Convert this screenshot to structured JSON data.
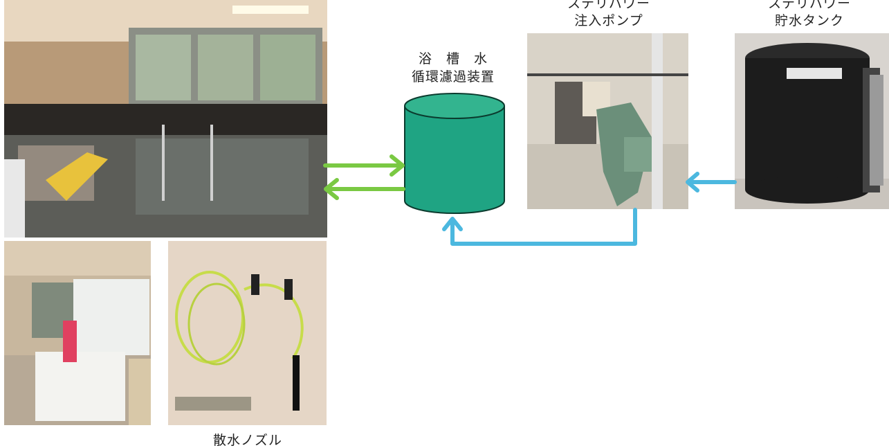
{
  "labels": {
    "filter_line1": "浴　槽　水",
    "filter_line2": "循環濾過装置",
    "pump_line1": "ステリパワー",
    "pump_line2": "注入ポンプ",
    "tank_line1": "ステリパワー",
    "tank_line2": "貯水タンク",
    "nozzle": "散水ノズル"
  },
  "colors": {
    "green_arrow": "#7ac943",
    "blue_arrow": "#4cb8df",
    "filter_tank": "#1fa483",
    "filter_tank_outline": "#0b3b2e"
  },
  "photos": {
    "bath": "large-bath-photo",
    "bath_small": "small-bath-photo",
    "nozzle": "spray-nozzle-photo",
    "pump": "injection-pump-photo",
    "tank": "storage-tank-photo"
  }
}
